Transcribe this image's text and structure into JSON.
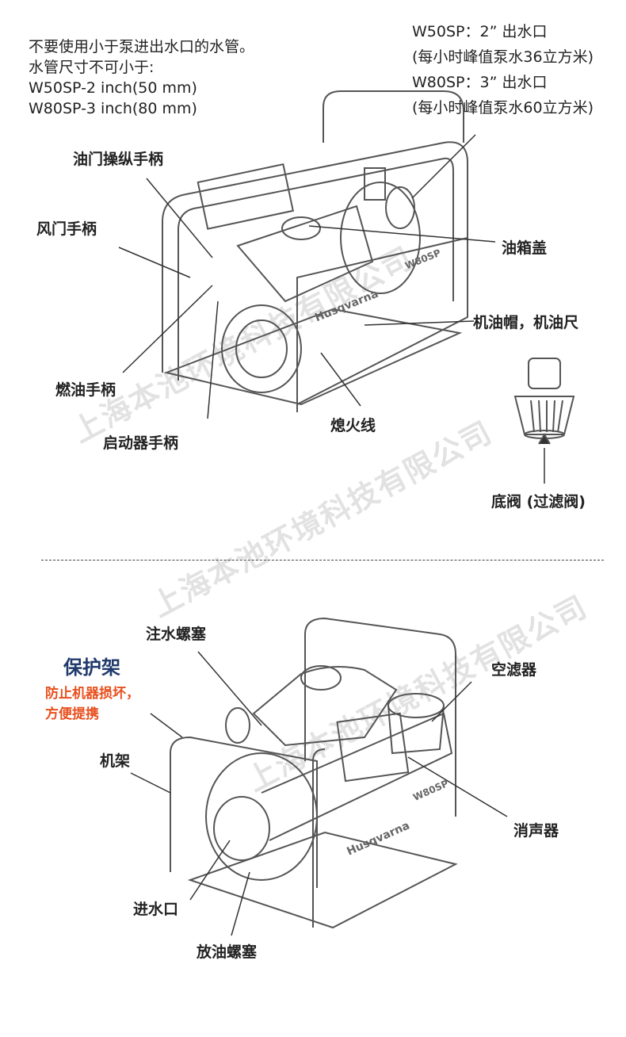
{
  "top_notes": {
    "hose_warning": [
      "不要使用小于泵进出水口的水管。",
      "水管尺寸不可小于:",
      "W50SP-2 inch(50 mm)",
      "W80SP-3 inch(80 mm)"
    ],
    "outlet_specs": [
      "W50SP：2” 出水口",
      "(每小时峰值泵水36立方米)",
      "W80SP：3” 出水口",
      "(每小时峰值泵水60立方米)"
    ]
  },
  "diagram1_labels": {
    "throttle": "油门操纵手柄",
    "choke": "风门手柄",
    "fuel_valve": "燃油手柄",
    "starter": "启动器手柄",
    "fuel_cap": "油箱盖",
    "oil_cap": "机油帽，机油尺",
    "stop_wire": "熄火线",
    "foot_valve": "底阀 (过滤阀)"
  },
  "diagram2_labels": {
    "priming_plug": "注水螺塞",
    "air_filter": "空滤器",
    "guard_title": "保护架",
    "guard_desc": [
      "防止机器损坏，",
      "方便提携"
    ],
    "frame": "机架",
    "muffler": "消声器",
    "inlet": "进水口",
    "drain_plug": "放油螺塞"
  },
  "brand": "Husqvarna",
  "model_mark": "W80SP",
  "watermark": "上海本池环境科技有限公司",
  "colors": {
    "guard_title": "#1f3a6b",
    "guard_desc": "#e8501e"
  }
}
